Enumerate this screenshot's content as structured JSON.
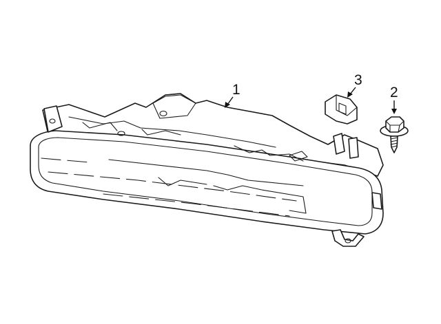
{
  "diagram": {
    "callouts": [
      {
        "id": "1",
        "label": "1"
      },
      {
        "id": "2",
        "label": "2"
      },
      {
        "id": "3",
        "label": "3"
      }
    ],
    "colors": {
      "line": "#1a1a1a",
      "background": "#ffffff"
    }
  }
}
